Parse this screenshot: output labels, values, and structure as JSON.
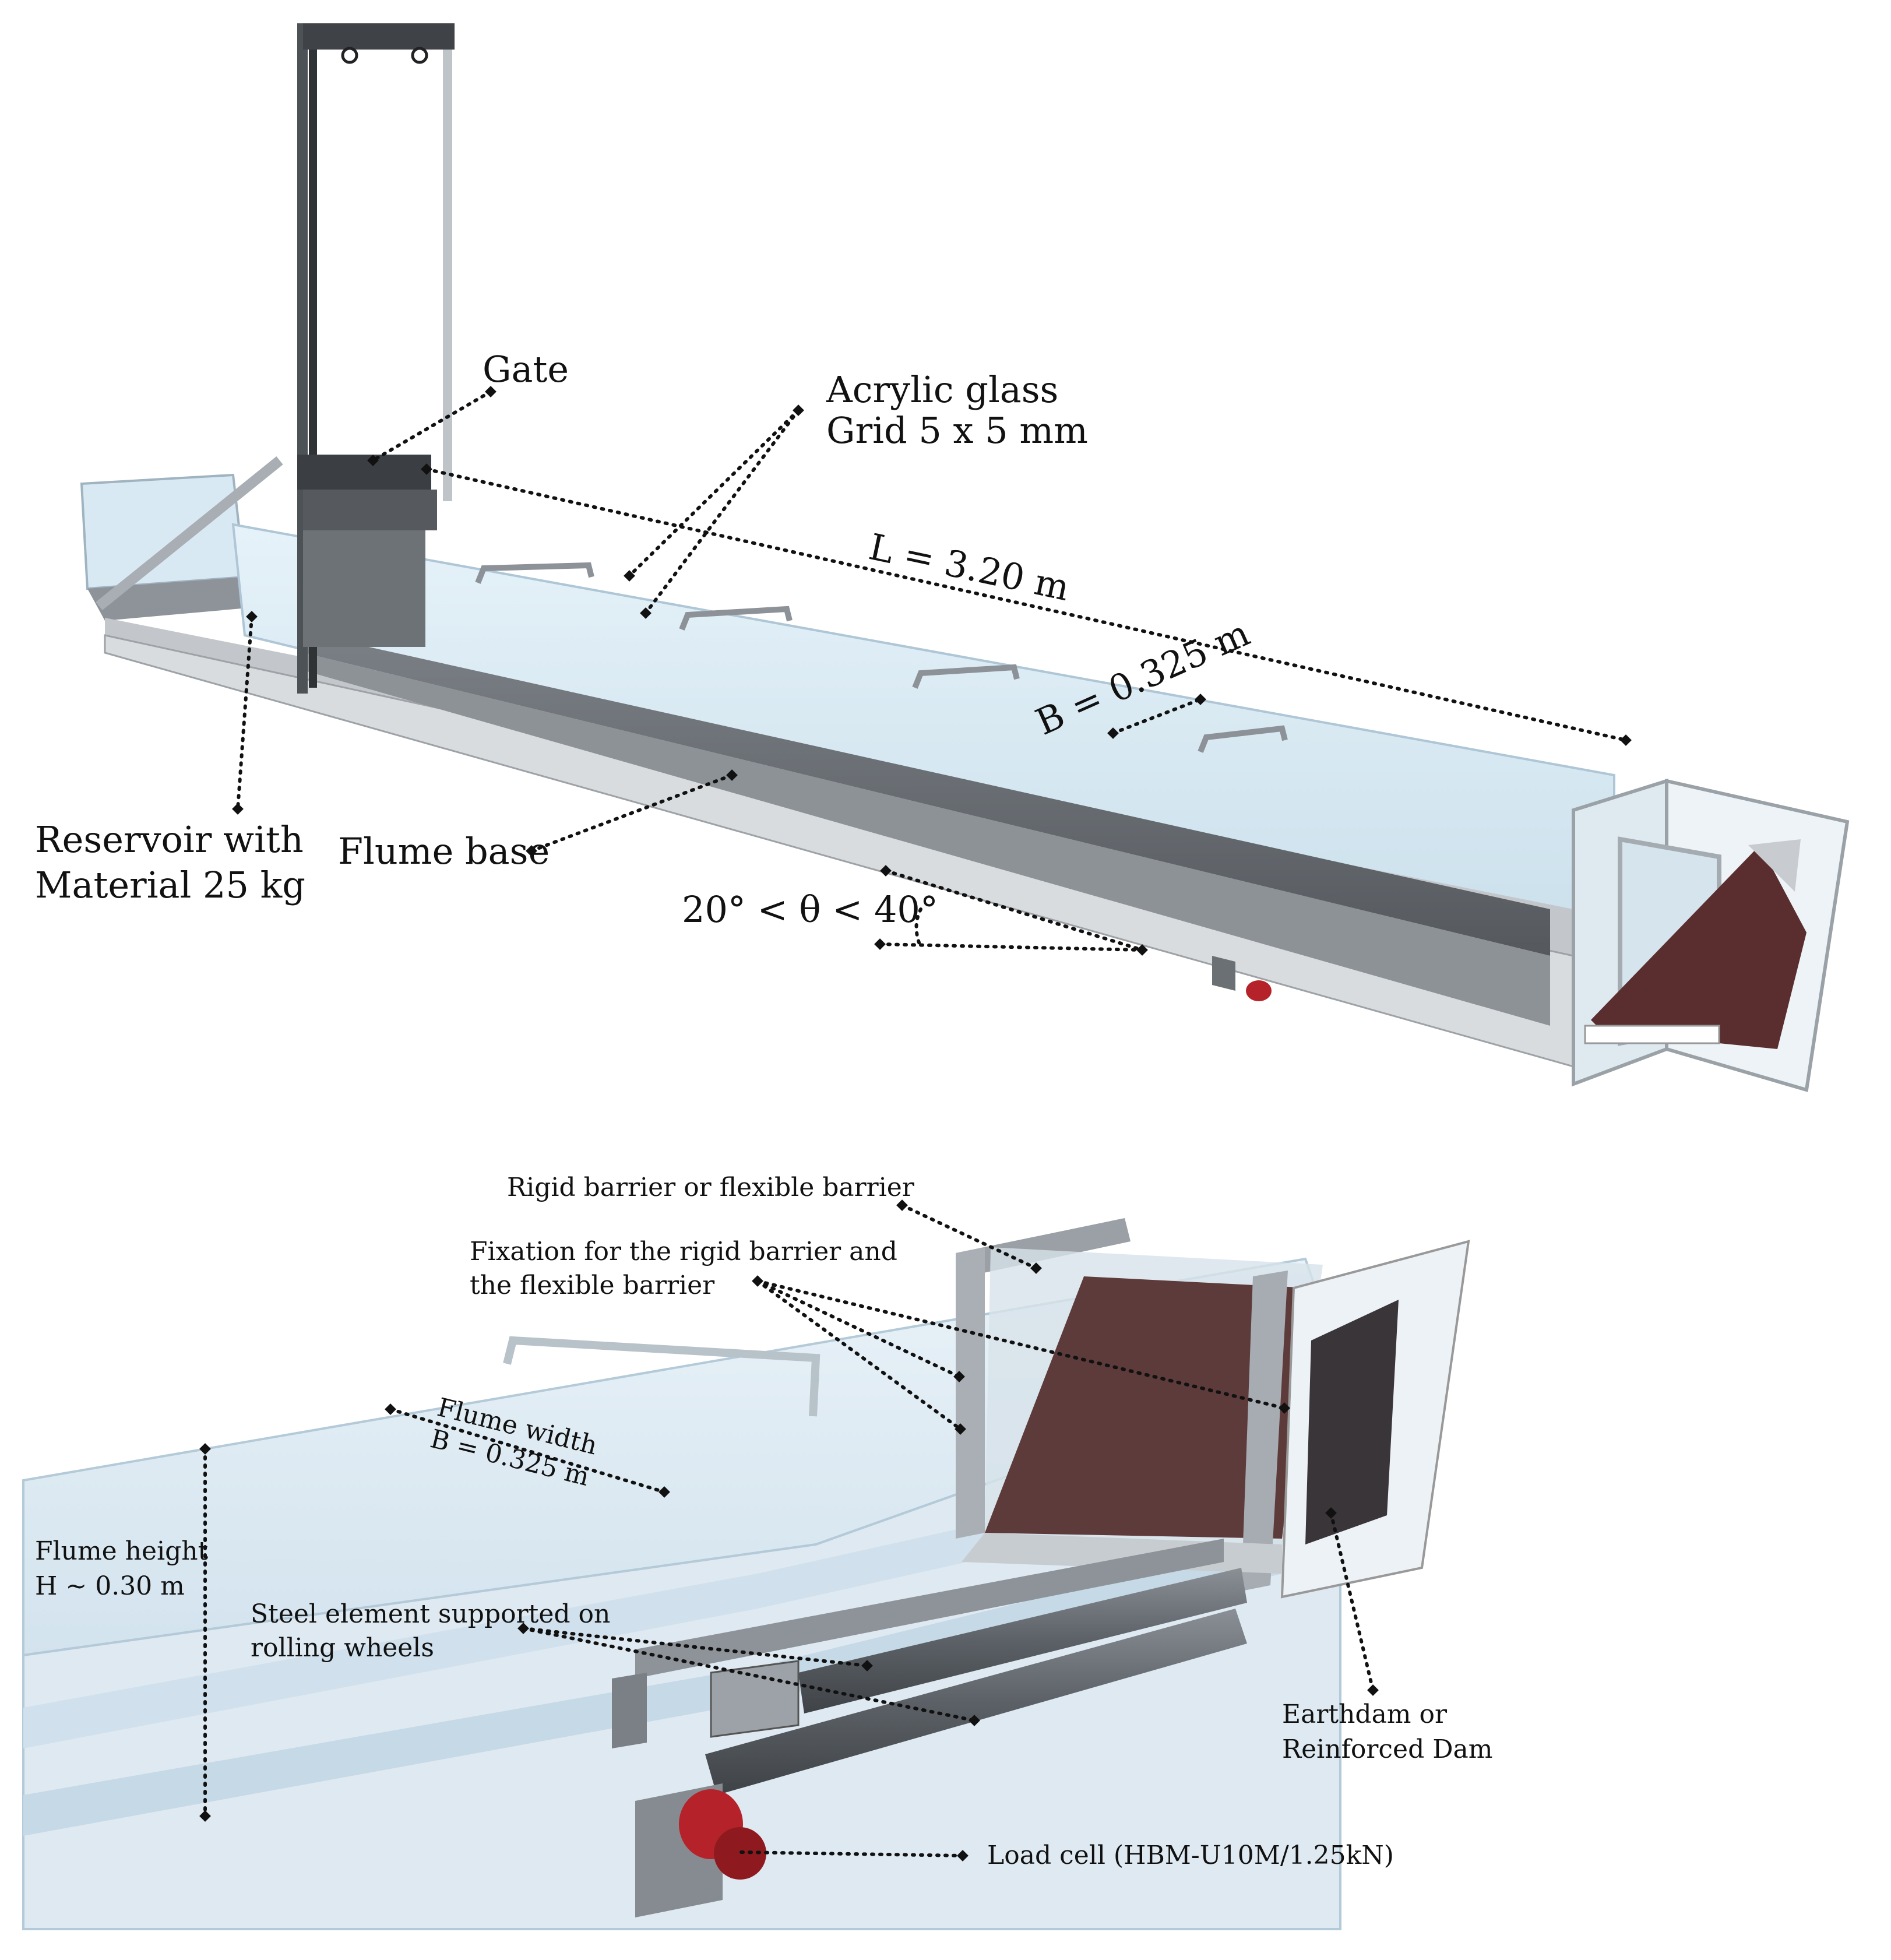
{
  "top_panel": {
    "gate": "Gate",
    "acrylic_line1": "Acrylic glass",
    "acrylic_line2": "Grid 5 x 5 mm",
    "length": "L = 3.20 m",
    "width": "B = 0.325 m",
    "reservoir_line1": "Reservoir with",
    "reservoir_line2": "Material 25 kg",
    "flume_base": "Flume base",
    "angle": "20° < θ < 40°"
  },
  "bottom_panel": {
    "barrier": "Rigid barrier or flexible barrier",
    "fixation_line1": "Fixation for the rigid barrier and",
    "fixation_line2": "the flexible barrier",
    "flume_width_line1": "Flume width",
    "flume_width_line2": "B = 0.325 m",
    "flume_height_line1": "Flume height",
    "flume_height_line2": "H ~ 0.30 m",
    "steel_line1": "Steel element supported on",
    "steel_line2": "rolling wheels",
    "dam_line1": "Earthdam or",
    "dam_line2": "Reinforced Dam",
    "load_cell": "Load cell (HBM-U10M/1.25kN)"
  },
  "colors": {
    "steel": "#9aa0a6",
    "dark_steel": "#4d5257",
    "acrylic": "#cfe4f0",
    "dam": "#5a2e2e",
    "load_cell": "#b5222a"
  }
}
